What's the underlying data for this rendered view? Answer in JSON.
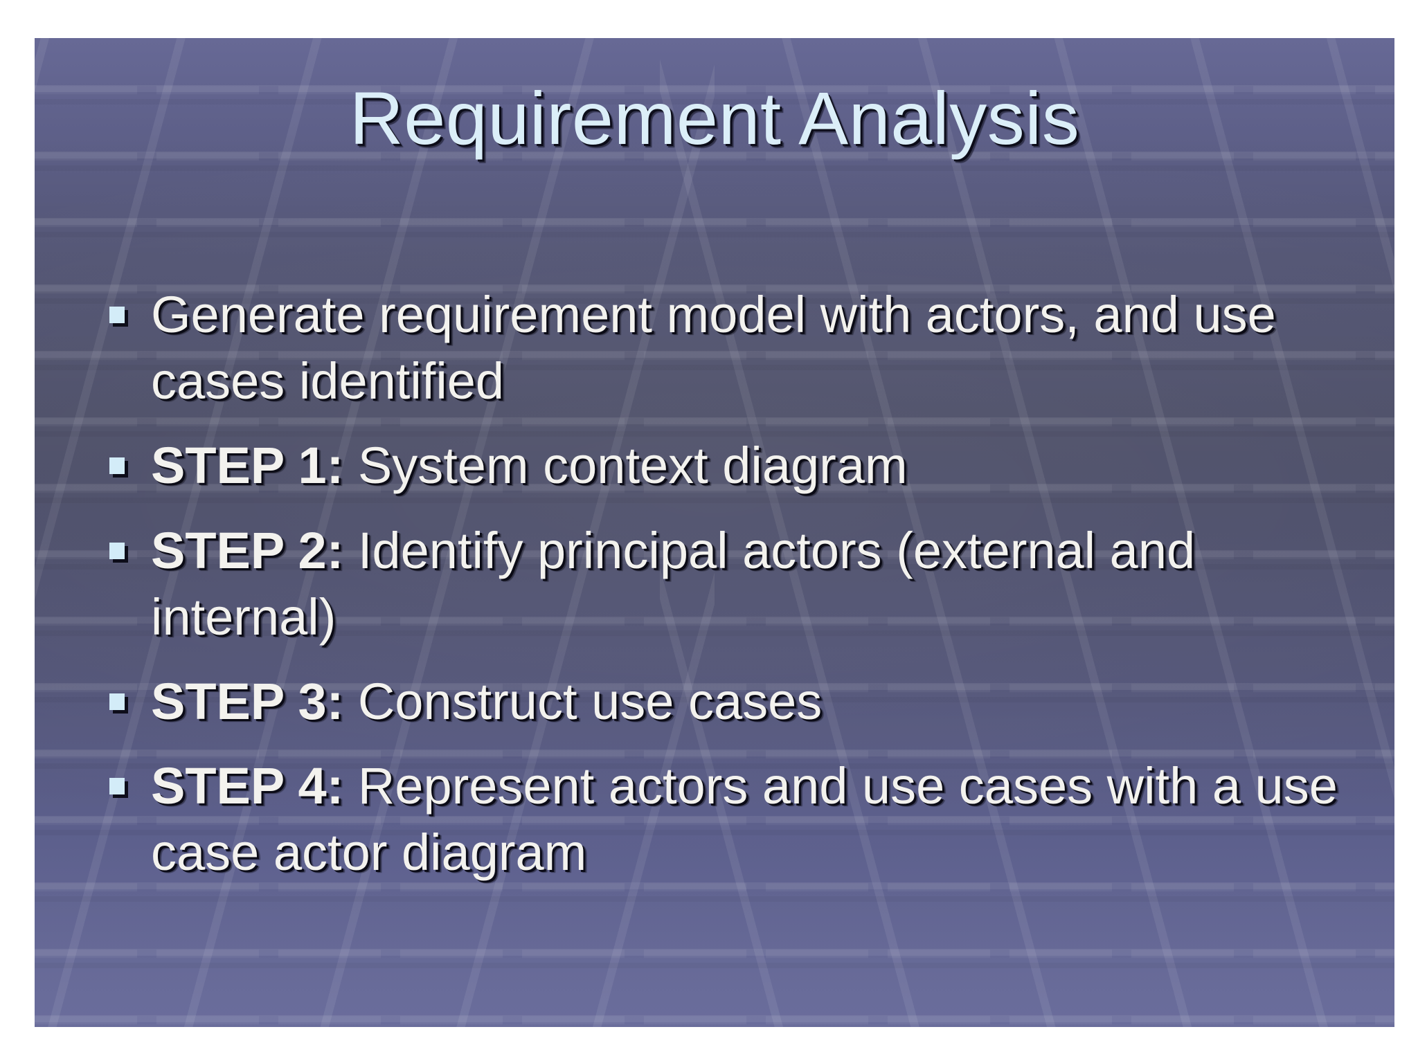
{
  "slide": {
    "title": "Requirement Analysis",
    "background": {
      "style": "perspective-grid-gradient",
      "color_top": "#5f6190",
      "color_middle": "#51536d",
      "color_bottom": "#666999",
      "grid_line_color": "#8a8cb4"
    },
    "title_color": "#dbeef8",
    "body_color": "#f3f2ee",
    "bullet_color": "#d3ecf8",
    "bullets": [
      {
        "marker": "square-bullet-icon",
        "label": "",
        "text": "Generate requirement model with actors, and use cases identified"
      },
      {
        "marker": "square-bullet-icon",
        "label": "STEP 1:",
        "text": " System context diagram"
      },
      {
        "marker": "square-bullet-icon",
        "label": "STEP 2:",
        "text": " Identify principal actors (external and internal)"
      },
      {
        "marker": "square-bullet-icon",
        "label": "STEP 3:",
        "text": " Construct use cases"
      },
      {
        "marker": "square-bullet-icon",
        "label": "STEP 4:",
        "text": " Represent actors and use cases with a use case actor diagram"
      }
    ]
  }
}
